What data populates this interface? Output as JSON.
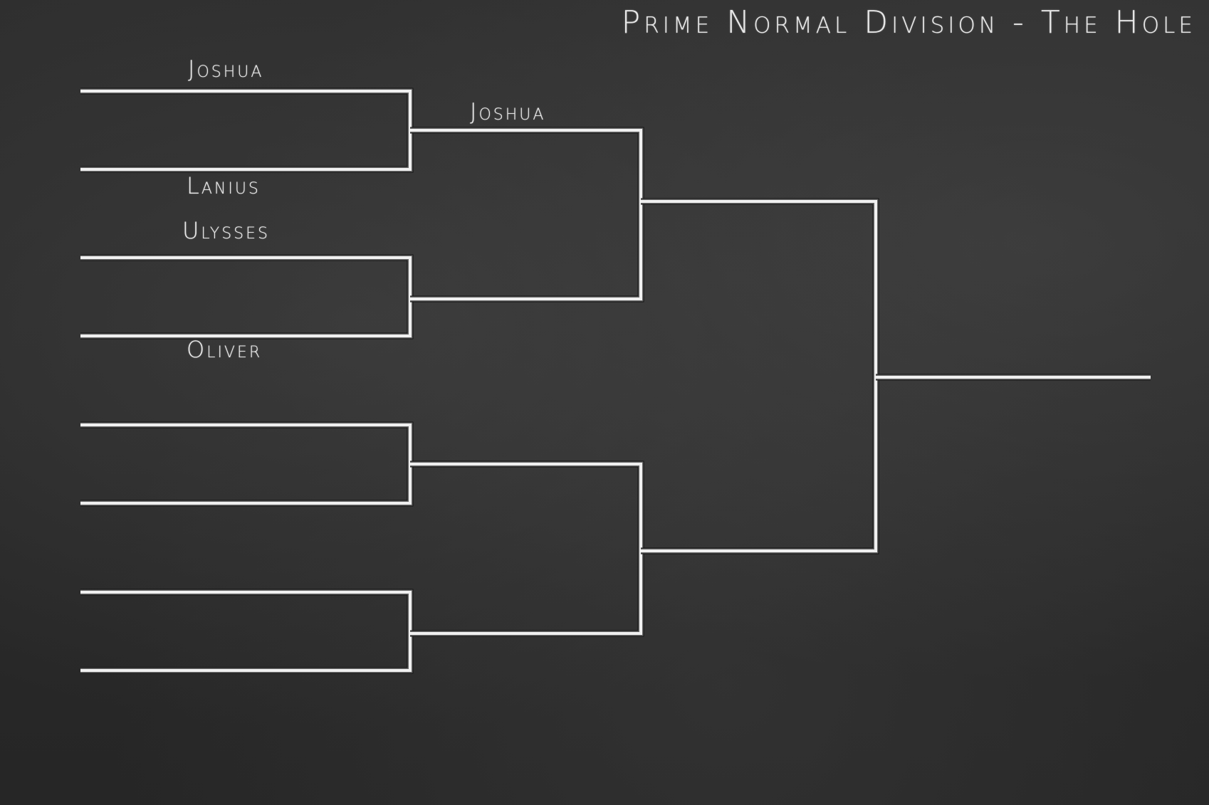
{
  "title": "Prime Normal Division - The Hole",
  "bracket": {
    "round1": [
      {
        "top": "Joshua",
        "bottom": "Lanius"
      },
      {
        "top": "Ulysses",
        "bottom": "Oliver"
      },
      {
        "top": "",
        "bottom": ""
      },
      {
        "top": "",
        "bottom": ""
      }
    ],
    "round2": [
      {
        "top": "Joshua",
        "bottom": ""
      },
      {
        "top": "",
        "bottom": ""
      }
    ],
    "final": {
      "top": "",
      "bottom": ""
    },
    "champion": ""
  },
  "colors": {
    "board": "#2a2a2a",
    "chalk": "#f0f0f0"
  }
}
